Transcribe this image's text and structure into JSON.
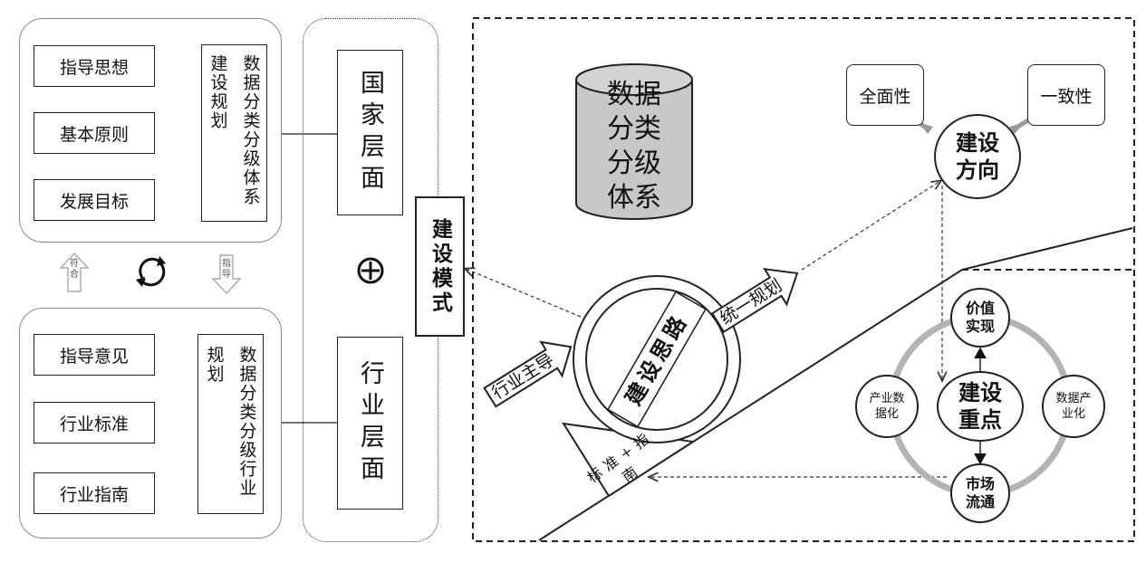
{
  "left": {
    "top_group": {
      "items": [
        "指导思想",
        "基本原则",
        "发展目标"
      ],
      "plan_label": "数据分类分级体系建设规划"
    },
    "bottom_group": {
      "items": [
        "指导意见",
        "行业标准",
        "行业指南"
      ],
      "plan_label": "数据分类分级行业规划"
    },
    "up_arrow_label": "符合",
    "down_arrow_label": "指导",
    "cycle_icon": "refresh-cycle-icon"
  },
  "middle": {
    "national_level": "国家层面",
    "industry_level": "行业层面",
    "plus_icon": "circled-plus-icon"
  },
  "mode_label": "建设模式",
  "right": {
    "cylinder_label": "数据分类分级体系",
    "direction": {
      "center": "建设方向",
      "left_input": "全面性",
      "right_input": "一致性"
    },
    "wheel_label": "建设思路",
    "industry_lead": "行业主导",
    "unified_plan": "统一规划",
    "wedge_label": "标准+指南",
    "focus": {
      "center": "建设重点",
      "top": "价值实现",
      "bottom": "市场流通",
      "left": "产业数据化",
      "right": "数据产业化"
    }
  }
}
